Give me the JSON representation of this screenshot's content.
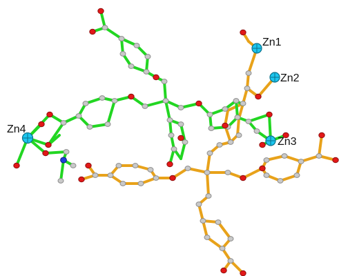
{
  "labels": {
    "zn1": "Zn1",
    "zn2": "Zn2",
    "zn3": "Zn3",
    "zn4": "Zn4"
  },
  "colors": {
    "fragment_a_bonds": "#22d622",
    "fragment_b_bonds": "#e8a21a",
    "carbon": "#c9c9c9",
    "oxygen": "#e21818",
    "nitrogen": "#1f3fd9",
    "zinc": "#1cc6ef"
  }
}
